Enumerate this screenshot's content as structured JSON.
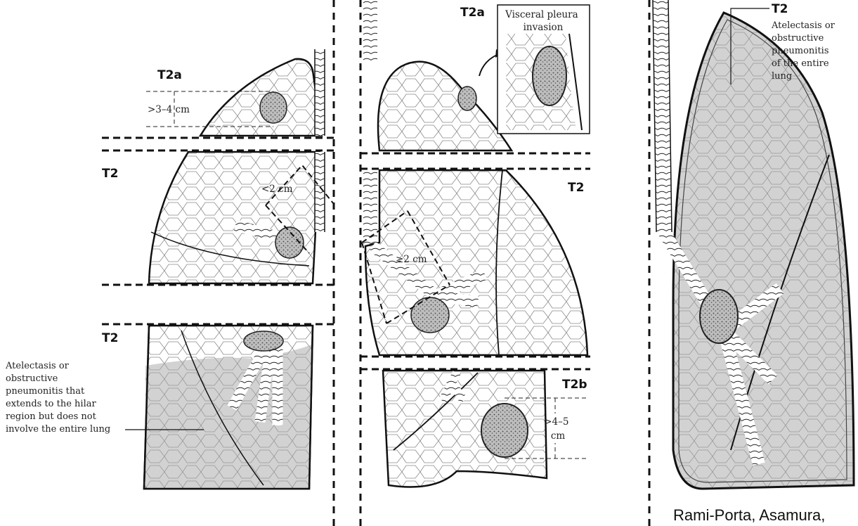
{
  "panel_left": {
    "label_top": "T2a",
    "dim_top": ">3–4 cm",
    "label_middle": "T2",
    "dim_middle": "<2 cm",
    "label_bottom": "T2",
    "note_bottom": [
      "Atelectasis or",
      "obstructive",
      "pneumonitis that",
      "extends to the hilar",
      "region but does not",
      "involve the entire lung"
    ]
  },
  "panel_middle": {
    "label_top": "T2a",
    "inset_title": [
      "Visceral pleura",
      "invasion"
    ],
    "label_middle": "T2",
    "dim_middle": "≥2 cm",
    "label_bottom": "T2b",
    "dim_bottom": [
      ">4–5",
      "cm"
    ]
  },
  "panel_right": {
    "label": "T2",
    "note": [
      "Atelectasis or",
      "obstructive",
      "pneumonitis",
      "of the entire",
      "lung"
    ]
  },
  "credit": "Rami-Porta, Asamura,",
  "colors": {
    "lung_fill": "#d2d2d2",
    "tumor": "#b0b0b0",
    "line": "#111111"
  }
}
